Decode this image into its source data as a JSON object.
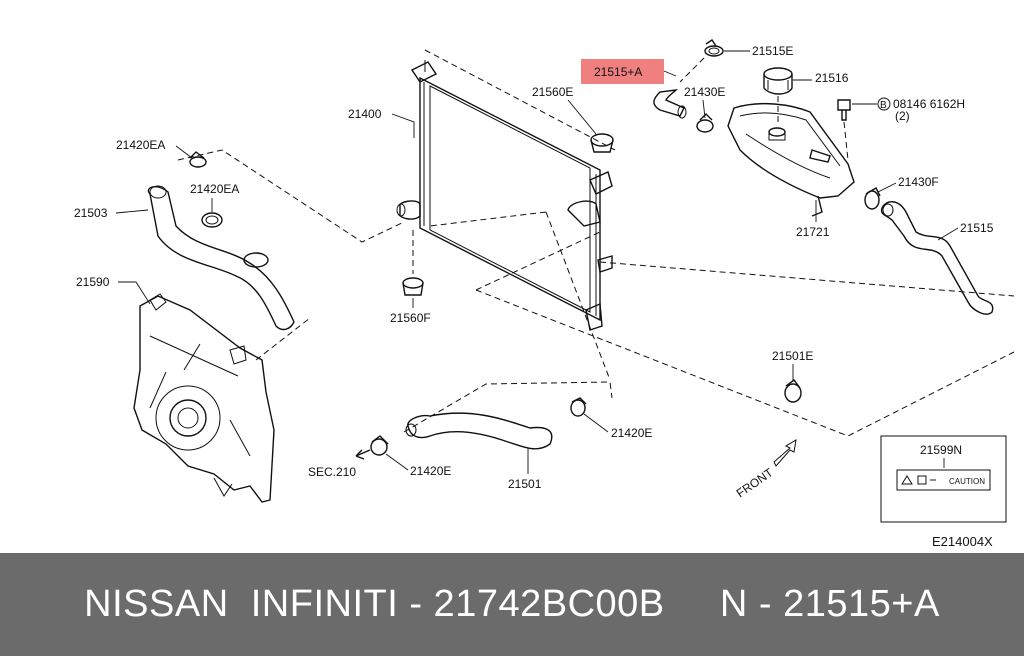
{
  "diagram": {
    "callouts": {
      "c_21515E": "21515E",
      "c_21515A": "21515+A",
      "c_21516": "21516",
      "c_21560E": "21560E",
      "c_21430E": "21430E",
      "c_08146": "08146 6162H",
      "c_08146_qty": "(2)",
      "c_08146_mark": "B",
      "c_21400": "21400",
      "c_21420EA_a": "21420EA",
      "c_21420EA_b": "21420EA",
      "c_21430F": "21430F",
      "c_21503": "21503",
      "c_21721": "21721",
      "c_21515": "21515",
      "c_21590": "21590",
      "c_21560F": "21560F",
      "c_21501E": "21501E",
      "c_21420E_a": "21420E",
      "c_21420E_b": "21420E",
      "c_sec210": "SEC.210",
      "c_21501": "21501",
      "c_front": "FRONT",
      "c_21599N": "21599N",
      "c_caution": "CAUTION",
      "c_figure_id": "E214004X"
    },
    "highlight_color": "#f08080"
  },
  "footer": {
    "title": "NISSAN  INFINITI - 21742BC00B     N - 21515+A",
    "background": "#6b6b6b"
  }
}
